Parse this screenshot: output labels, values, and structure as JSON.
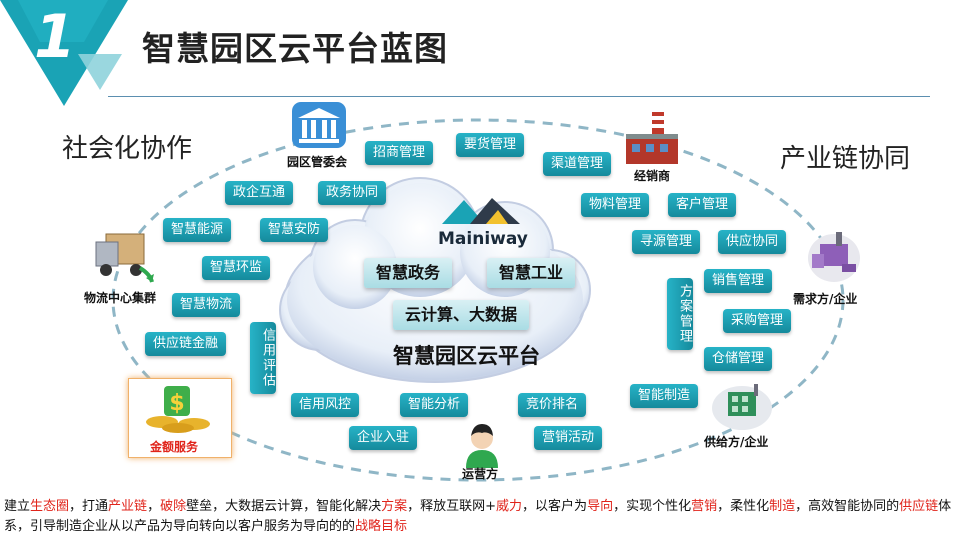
{
  "header": {
    "number": "1",
    "title": "智慧园区云平台蓝图"
  },
  "sides": {
    "left": "社会化协作",
    "right": "产业链协同"
  },
  "cloud": {
    "logo": "Mainiway",
    "boxes": [
      "智慧政务",
      "智慧工业",
      "云计算、大数据"
    ],
    "title": "智慧园区云平台"
  },
  "entities": {
    "park_committee": "园区管委会",
    "distributor": "经销商",
    "logistics": "物流中心集群",
    "demand": "需求方/企业",
    "finance": "金额服务",
    "supplier": "供给方/企业",
    "operator": "运营方"
  },
  "pills": {
    "zhaoshang": "招商管理",
    "yaohuo": "要货管理",
    "qudao": "渠道管理",
    "zhengqi": "政企互通",
    "zhengwu": "政务协同",
    "wuliao": "物料管理",
    "kehu": "客户管理",
    "nengyuan": "智慧能源",
    "anfang": "智慧安防",
    "xunyuan": "寻源管理",
    "gongying": "供应协同",
    "huanjian": "智慧环监",
    "xiaoshou": "销售管理",
    "wuliu": "智慧物流",
    "caigou": "采购管理",
    "jinrong": "供应链金融",
    "cangchu": "仓储管理",
    "zhizao": "智能制造",
    "fengkong": "信用风控",
    "fenxi": "智能分析",
    "jingjia": "竞价排名",
    "ruzhu": "企业入驻",
    "yingxiao": "营销活动"
  },
  "vpills": {
    "xinyong": "信用评估",
    "fangan": "方案管理"
  },
  "footer": [
    {
      "t": "建立"
    },
    {
      "t": "生态圈",
      "r": true
    },
    {
      "t": "，打通"
    },
    {
      "t": "产业链",
      "r": true
    },
    {
      "t": "，"
    },
    {
      "t": "破除",
      "r": true
    },
    {
      "t": "壁垒，大数据云计算，智能化解决"
    },
    {
      "t": "方案",
      "r": true
    },
    {
      "t": "，释放互联网+"
    },
    {
      "t": "威力",
      "r": true
    },
    {
      "t": "，以客户为"
    },
    {
      "t": "导向",
      "r": true
    },
    {
      "t": "，实现个性化"
    },
    {
      "t": "营销",
      "r": true
    },
    {
      "t": "，柔性化"
    },
    {
      "t": "制造",
      "r": true
    },
    {
      "t": "，高效智能协同的"
    },
    {
      "t": "供应链",
      "r": true
    },
    {
      "t": "体系，引导制造企业从以产品为导向转向以客户服务为导向的的"
    },
    {
      "t": "战略目标",
      "r": true
    }
  ],
  "colors": {
    "accent": "#1f9fb3",
    "highlight": "#e0241b",
    "ring": "#8fb6c6"
  }
}
